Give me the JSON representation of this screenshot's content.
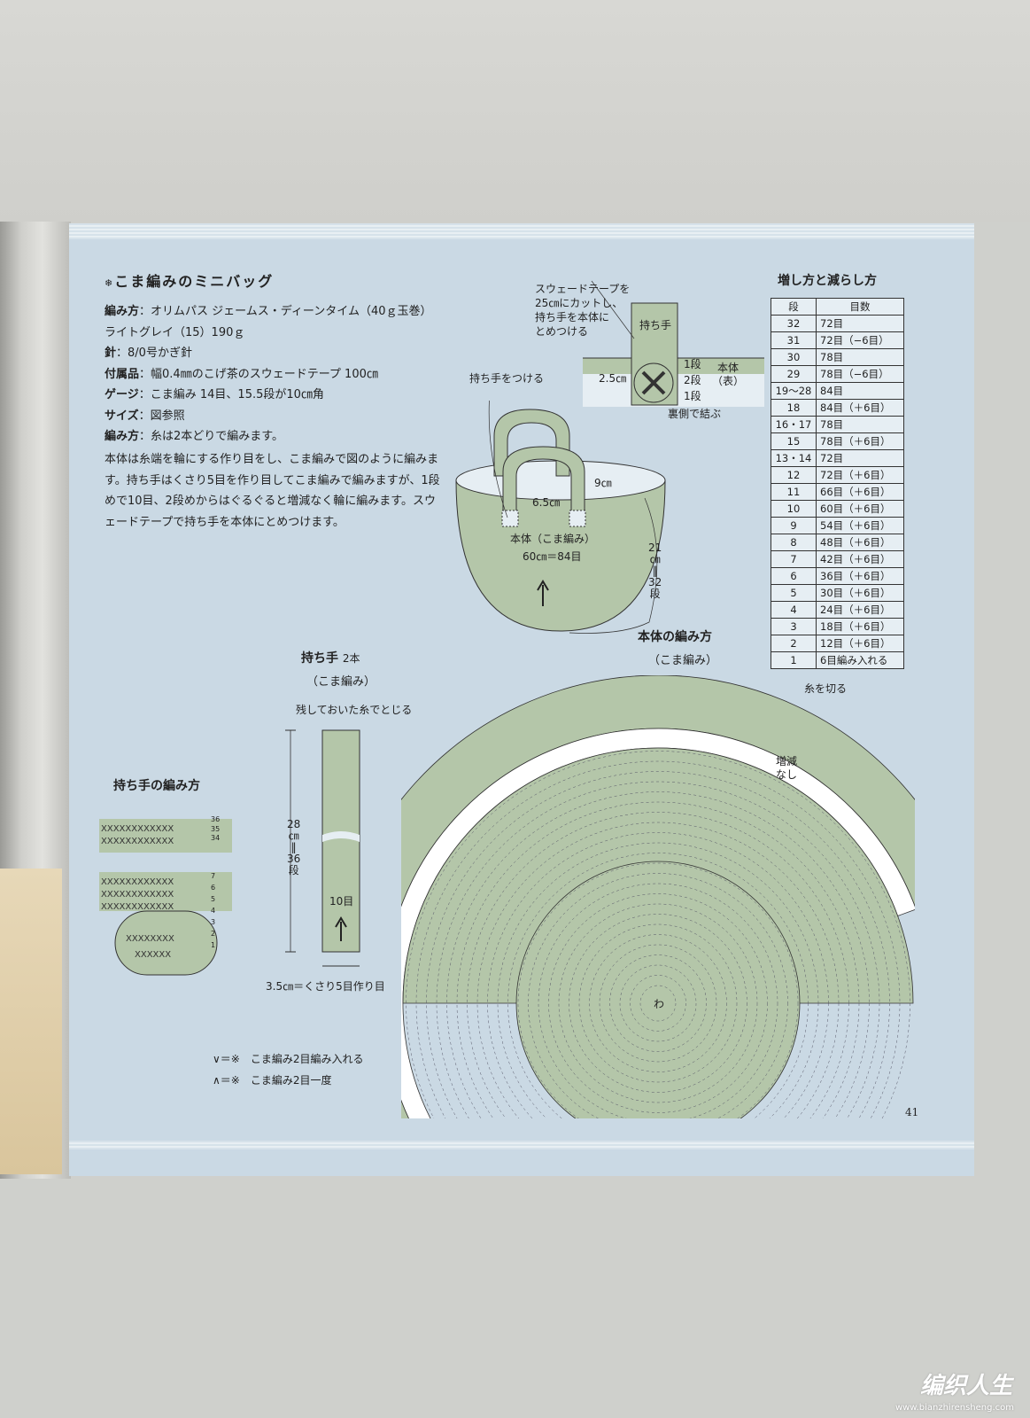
{
  "title": "こま編みのミニバッグ",
  "materials": [
    {
      "label": "編み方",
      "value": "：オリムパス ジェームス・ディーンタイム（40ｇ玉巻）"
    },
    {
      "label": "",
      "value": "ライトグレイ（15）190ｇ"
    },
    {
      "label": "針",
      "value": "：8/0号かぎ針"
    },
    {
      "label": "付属品",
      "value": "：幅0.4㎜のこげ茶のスウェードテープ 100㎝"
    },
    {
      "label": "ゲージ",
      "value": "：こま編み 14目、15.5段が10㎝角"
    },
    {
      "label": "サイズ",
      "value": "：図参照"
    },
    {
      "label": "編み方",
      "value": "：糸は2本どりで編みます。"
    }
  ],
  "instructions": "本体は糸端を輪にする作り目をし、こま編みで図のように編みます。持ち手はくさり5目を作り目してこま編みで編みますが、1段めで10目、2段めからはぐるぐると増減なく輪に編みます。スウェードテープで持ち手を本体にとめつけます。",
  "attach_diagram": {
    "note": [
      "スウェードテープを",
      "25㎝にカットし、",
      "持ち手を本体に",
      "とめつける"
    ],
    "handle": "持ち手",
    "body": "本体",
    "body_side": "（表）",
    "width": "2.5㎝",
    "row1a": "1段",
    "row2": "2段",
    "row1b": "1段",
    "tie": "裏側で結ぶ"
  },
  "bag_diagram": {
    "attach_label": "持ち手をつける",
    "handle_gap": "6.5㎝",
    "handle_h": "9㎝",
    "body_label": "本体（こま編み）",
    "circ": "60㎝＝84目",
    "height": [
      "21",
      "㎝",
      "‖",
      "32",
      "段"
    ]
  },
  "table": {
    "title": "増し方と減らし方",
    "headers": [
      "段",
      "目数"
    ],
    "rows": [
      [
        "32",
        "72目"
      ],
      [
        "31",
        "72目（−6目）"
      ],
      [
        "30",
        "78目"
      ],
      [
        "29",
        "78目（−6目）"
      ],
      [
        "19〜28",
        "84目"
      ],
      [
        "18",
        "84目（＋6目）"
      ],
      [
        "16・17",
        "78目"
      ],
      [
        "15",
        "78目（＋6目）"
      ],
      [
        "13・14",
        "72目"
      ],
      [
        "12",
        "72目（＋6目）"
      ],
      [
        "11",
        "66目（＋6目）"
      ],
      [
        "10",
        "60目（＋6目）"
      ],
      [
        "9",
        "54目（＋6目）"
      ],
      [
        "8",
        "48目（＋6目）"
      ],
      [
        "7",
        "42目（＋6目）"
      ],
      [
        "6",
        "36目（＋6目）"
      ],
      [
        "5",
        "30目（＋6目）"
      ],
      [
        "4",
        "24目（＋6目）"
      ],
      [
        "3",
        "18目（＋6目）"
      ],
      [
        "2",
        "12目（＋6目）"
      ],
      [
        "1",
        "6目編み入れる"
      ]
    ]
  },
  "handle_section": {
    "title": "持ち手",
    "count": "2本",
    "stitch": "（こま編み）",
    "close": "残しておいた糸でとじる",
    "length": [
      "28",
      "㎝",
      "‖",
      "36",
      "段"
    ],
    "stitches": "10目",
    "base": "3.5㎝＝くさり5目作り目"
  },
  "handle_chart": {
    "title": "持ち手の編み方",
    "rows": [
      "36",
      "35",
      "34",
      "7",
      "6",
      "5",
      "4",
      "3",
      "2",
      "1"
    ]
  },
  "body_chart": {
    "title": "本体の編み方",
    "stitch": "（こま編み）",
    "cut": "糸を切る",
    "no_change": [
      "増減",
      "なし"
    ],
    "center": "わ"
  },
  "legend": [
    {
      "symbol": "∨＝※",
      "text": "こま編み2目編み入れる"
    },
    {
      "symbol": "∧＝※",
      "text": "こま編み2目一度"
    }
  ],
  "page_number": "41",
  "watermark": "编织人生",
  "watermark_url": "www.bianzhirensheng.com",
  "colors": {
    "page": "#cad9e4",
    "knit": "#b4c6a9",
    "stroke": "#333333"
  }
}
